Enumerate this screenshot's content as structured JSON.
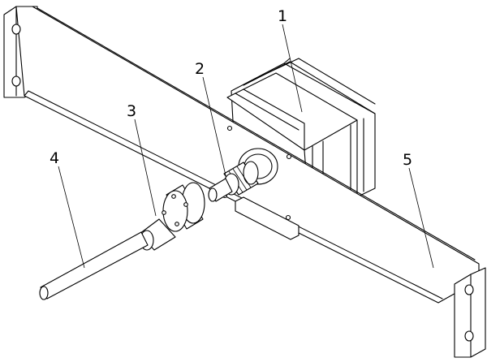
{
  "labels": {
    "motor": "1",
    "coupling": "2",
    "nut": "3",
    "screw": "4",
    "bracket": "5"
  }
}
